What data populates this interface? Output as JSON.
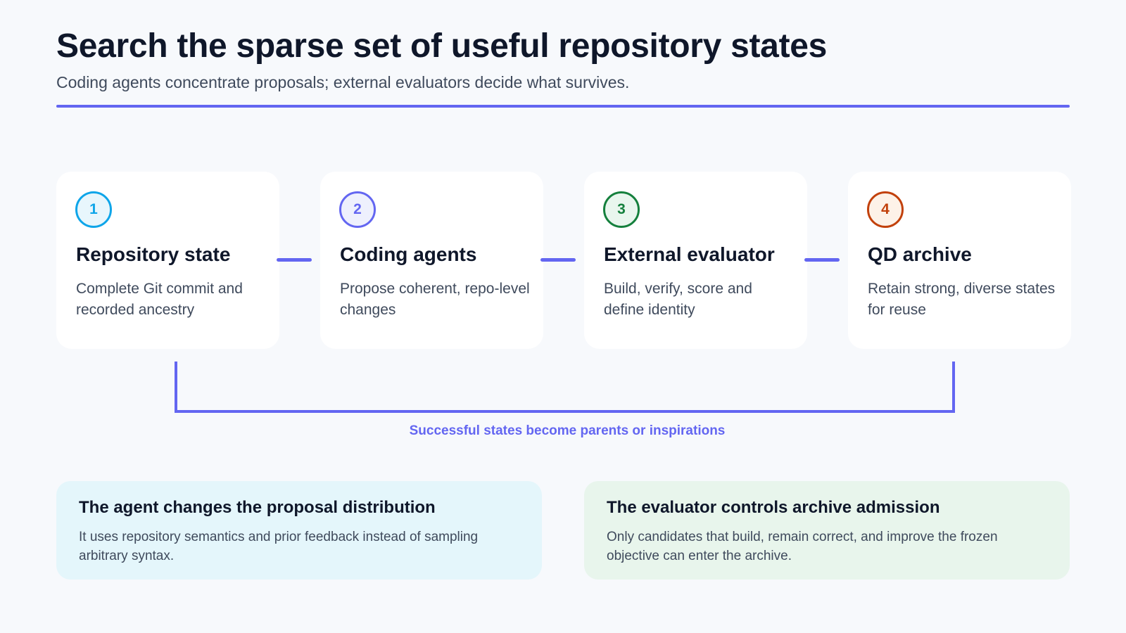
{
  "header": {
    "title": "Search the sparse set of useful repository states",
    "subtitle": "Coding agents concentrate proposals; external evaluators decide what survives."
  },
  "steps": [
    {
      "number": "1",
      "title": "Repository state",
      "description": "Complete Git commit and recorded ancestry",
      "accent": "#0ea5e9",
      "fill": "#e8f6fc"
    },
    {
      "number": "2",
      "title": "Coding agents",
      "description": "Propose coherent, repo-level changes",
      "accent": "#6366f1",
      "fill": "#eef0fd"
    },
    {
      "number": "3",
      "title": "External evaluator",
      "description": "Build, verify, score and define identity",
      "accent": "#15803d",
      "fill": "#e9f6ee"
    },
    {
      "number": "4",
      "title": "QD archive",
      "description": "Retain strong, diverse states for reuse",
      "accent": "#c2410c",
      "fill": "#fdf2e8"
    }
  ],
  "loop": {
    "caption": "Successful states become parents or inspirations",
    "color": "#6366f1"
  },
  "notes": [
    {
      "title": "The agent changes the proposal distribution",
      "body": "It uses repository semantics and prior feedback instead of sampling arbitrary syntax.",
      "background": "#e4f6fb"
    },
    {
      "title": "The evaluator controls archive admission",
      "body": "Only candidates that build, remain correct, and improve the frozen objective can enter the archive.",
      "background": "#e8f5ec"
    }
  ]
}
